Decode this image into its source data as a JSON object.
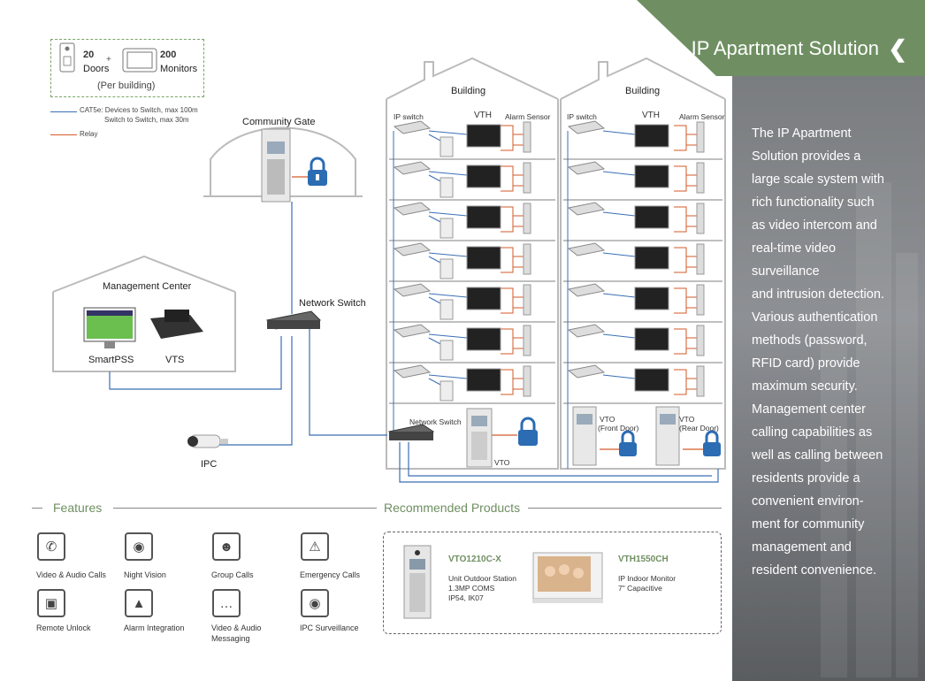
{
  "header": {
    "title": "IP Apartment Solution",
    "chevron_icon": "chevron-left-icon"
  },
  "legend": {
    "doors_count": "20",
    "doors_label": "Doors",
    "plus": "+",
    "monitors_count": "200",
    "monitors_label": "Monitors",
    "per_building": "(Per building)",
    "cat5e_line1": "CAT5e: Devices to Switch, max 100m",
    "cat5e_line2": "Switch to Switch, max 30m",
    "relay": "Relay",
    "cat5e_color": "#3a6fb5",
    "relay_color": "#d35a2a"
  },
  "diagram": {
    "community_gate": "Community Gate",
    "management_center": "Management Center",
    "smartpss": "SmartPSS",
    "vts": "VTS",
    "network_switch": "Network Switch",
    "ipc": "IPC",
    "building_left": {
      "title": "Building",
      "ip_switch": "IP switch",
      "vth": "VTH",
      "alarm_sensor": "Alarm Sensor",
      "network_switch": "Network Switch",
      "vto": "VTO"
    },
    "building_right": {
      "title": "Building",
      "ip_switch": "IP switch",
      "vth": "VTH",
      "alarm_sensor": "Alarm Sensor",
      "vto_front_1": "VTO",
      "vto_front_2": "(Front Door)",
      "vto_rear_1": "VTO",
      "vto_rear_2": "(Rear Door)"
    }
  },
  "features": {
    "heading": "Features",
    "items": [
      {
        "label": "Video & Audio Calls",
        "icon": "phone-icon"
      },
      {
        "label": "Night Vision",
        "icon": "eye-icon"
      },
      {
        "label": "Group Calls",
        "icon": "group-icon"
      },
      {
        "label": "Emergency Calls",
        "icon": "alarm-light-icon"
      },
      {
        "label": "Remote Unlock",
        "icon": "lock-icon"
      },
      {
        "label": "Alarm Integration",
        "icon": "warning-icon"
      },
      {
        "label": "Video & Audio",
        "label2": "Messaging",
        "icon": "chat-icon"
      },
      {
        "label": "IPC Surveillance",
        "icon": "camera-icon"
      }
    ]
  },
  "products": {
    "heading": "Recommended Products",
    "items": [
      {
        "name": "VTO1210C-X",
        "desc1": "Unit Outdoor Station",
        "desc2": "1.3MP COMS",
        "desc3": "IP54, IK07"
      },
      {
        "name": "VTH1550CH",
        "desc1": "IP Indoor Monitor",
        "desc2": "7\" Capacitive"
      }
    ]
  },
  "side_text": [
    "The IP Apartment",
    "Solution provides a",
    "large scale system with",
    "rich functionality such",
    "as video intercom and",
    "real-time video",
    "surveillance",
    "and intrusion detection.",
    "Various  authentication",
    "methods (password,",
    "RFID card) provide",
    "maximum security.",
    "Management center",
    "calling capabilities as",
    "well as calling between",
    "residents provide a",
    "convenient environ-",
    "ment for community",
    "management and",
    "resident convenience."
  ]
}
